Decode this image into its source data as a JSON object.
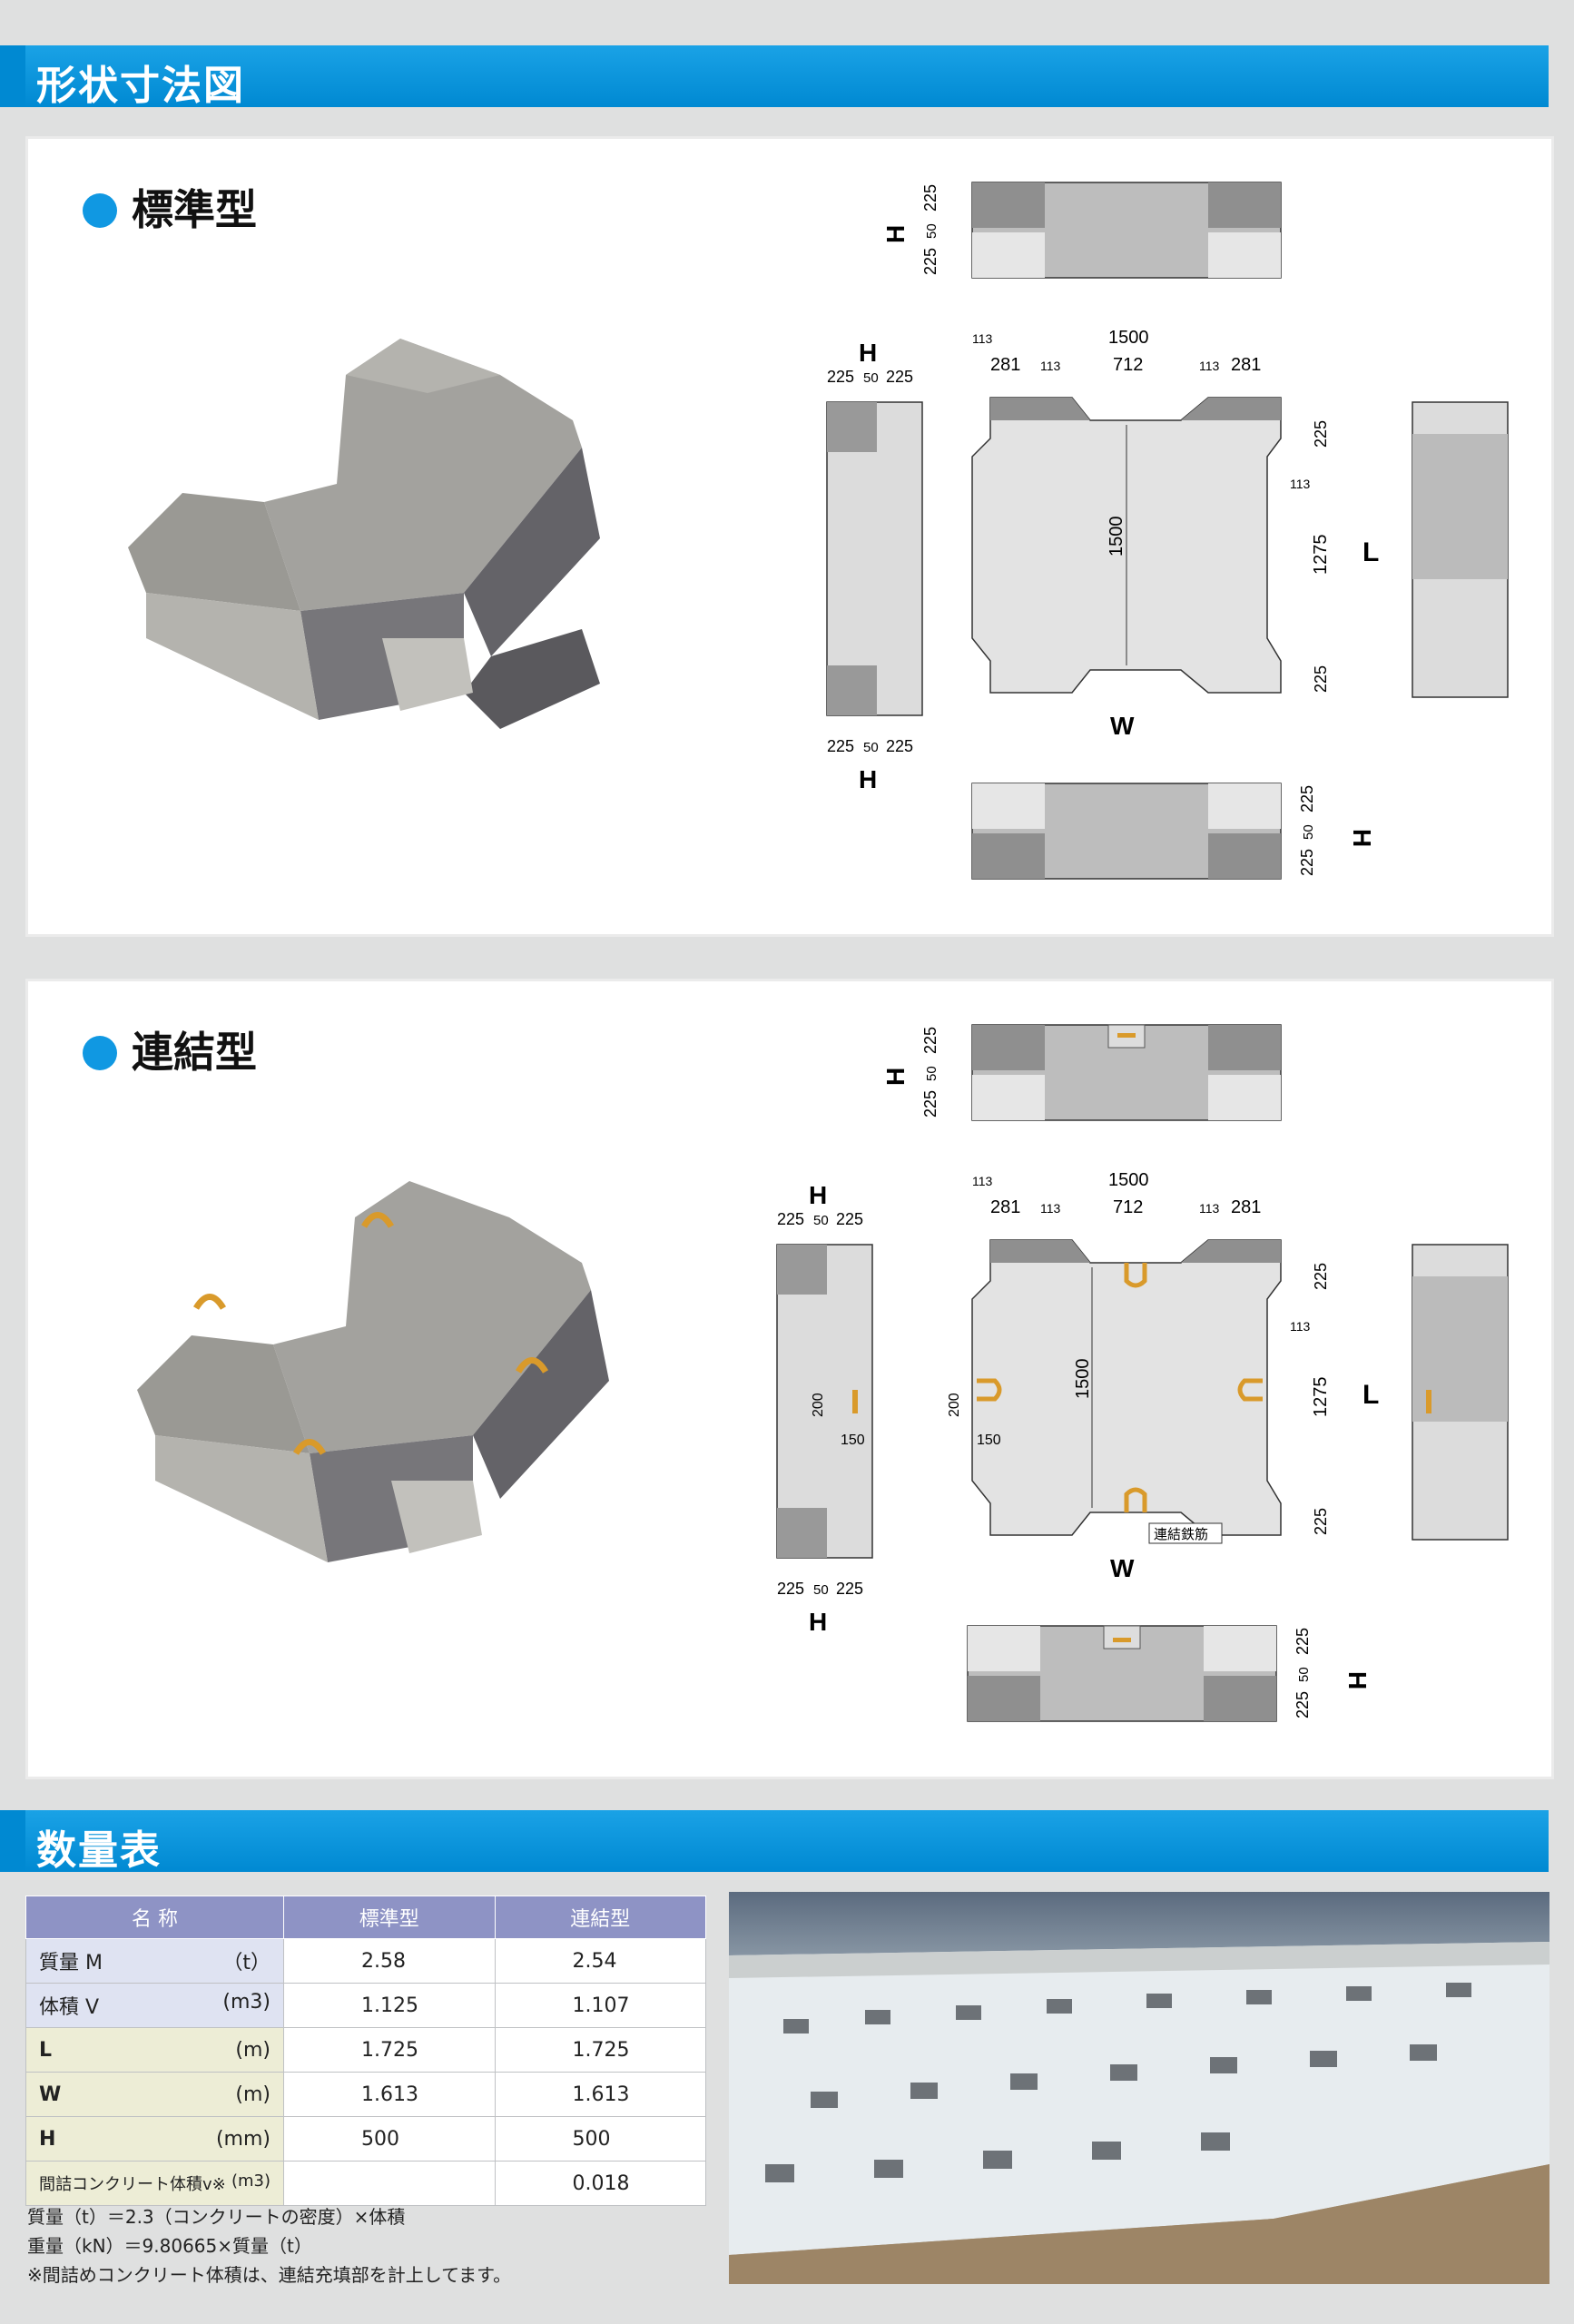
{
  "header1": {
    "title": "形状寸法図"
  },
  "header2": {
    "title": "数量表"
  },
  "section_standard": {
    "title": "標準型"
  },
  "section_linked": {
    "title": "連結型"
  },
  "dims": {
    "H": "H",
    "W": "W",
    "L": "L",
    "d1500": "1500",
    "d712": "712",
    "d281": "281",
    "d113": "113",
    "d225": "225",
    "d50": "50",
    "d1275": "1275",
    "d200": "200",
    "d150": "150",
    "rebar_label": "連結鉄筋"
  },
  "table": {
    "headers": [
      "名 称",
      "標準型",
      "連結型"
    ],
    "rows": [
      {
        "name": "質量 M",
        "unit": "（t）",
        "std": "2.58",
        "link": "2.54"
      },
      {
        "name": "体積 V",
        "unit": "(m3)",
        "std": "1.125",
        "link": "1.107"
      },
      {
        "name": "L",
        "unit": "(m)",
        "std": "1.725",
        "link": "1.725"
      },
      {
        "name": "W",
        "unit": "(m)",
        "std": "1.613",
        "link": "1.613"
      },
      {
        "name": "H",
        "unit": "(mm)",
        "std": "500",
        "link": "500"
      },
      {
        "name": "間詰コンクリート体積v※",
        "unit": "(m3)",
        "std": "",
        "link": "0.018"
      }
    ]
  },
  "notes": [
    "質量（t）＝2.3（コンクリートの密度）×体積",
    "重量（kN）＝9.80665×質量（t）",
    "※間詰めコンクリート体積は、連結充填部を計上してます。"
  ]
}
